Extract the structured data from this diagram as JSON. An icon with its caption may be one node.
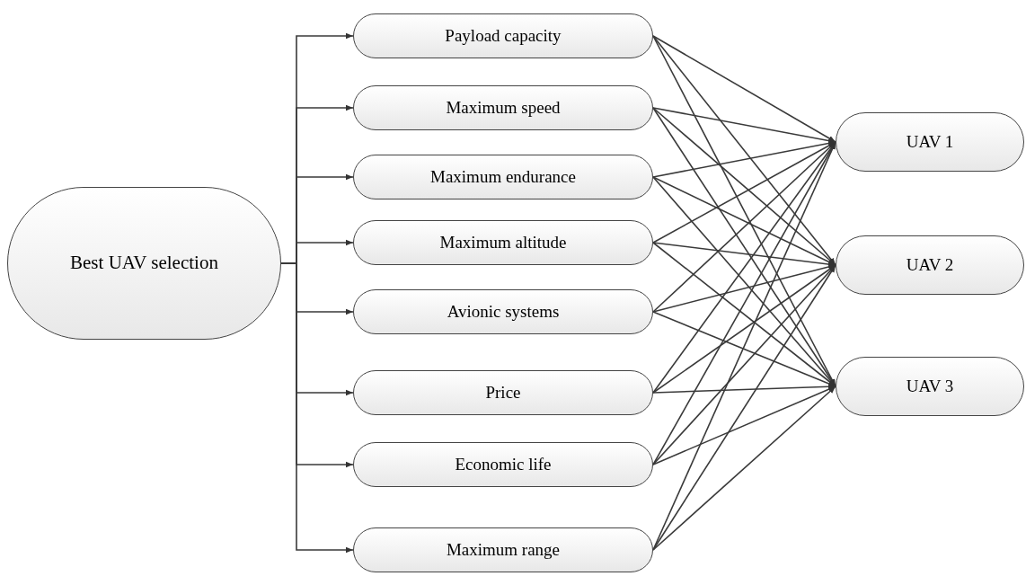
{
  "diagram": {
    "nodes": [
      {
        "text": [
          "Best UAV selection"
        ]
      },
      {
        "text": [
          "Payload capacity"
        ]
      },
      {
        "text": [
          "Maximum speed"
        ]
      },
      {
        "text": [
          "Maximum endurance"
        ]
      },
      {
        "text": [
          "Maximum altitude"
        ]
      },
      {
        "text": [
          "Avionic systems"
        ]
      },
      {
        "text": [
          "Price"
        ]
      },
      {
        "text": [
          "Economic life"
        ]
      },
      {
        "text": [
          "Maximum range"
        ]
      },
      {
        "text": [
          "UAV 1"
        ]
      },
      {
        "text": [
          "UAV 2"
        ]
      },
      {
        "text": [
          "UAV 3"
        ]
      }
    ],
    "edges": [
      {
        "from": 0,
        "to": 1,
        "arrow": "to"
      },
      {
        "from": 0,
        "to": 2,
        "arrow": "to"
      },
      {
        "from": 0,
        "to": 3,
        "arrow": "to"
      },
      {
        "from": 0,
        "to": 4,
        "arrow": "to"
      },
      {
        "from": 0,
        "to": 5,
        "arrow": "to"
      },
      {
        "from": 0,
        "to": 6,
        "arrow": "to"
      },
      {
        "from": 0,
        "to": 7,
        "arrow": "to"
      },
      {
        "from": 0,
        "to": 8,
        "arrow": "to"
      },
      {
        "from": 1,
        "to": 9,
        "arrow": "to"
      },
      {
        "from": 1,
        "to": 10,
        "arrow": "to"
      },
      {
        "from": 1,
        "to": 11,
        "arrow": "to"
      },
      {
        "from": 2,
        "to": 9,
        "arrow": "to"
      },
      {
        "from": 2,
        "to": 10,
        "arrow": "to"
      },
      {
        "from": 2,
        "to": 11,
        "arrow": "to"
      },
      {
        "from": 3,
        "to": 9,
        "arrow": "to"
      },
      {
        "from": 3,
        "to": 10,
        "arrow": "to"
      },
      {
        "from": 3,
        "to": 11,
        "arrow": "to"
      },
      {
        "from": 4,
        "to": 9,
        "arrow": "to"
      },
      {
        "from": 4,
        "to": 10,
        "arrow": "to"
      },
      {
        "from": 4,
        "to": 11,
        "arrow": "to"
      },
      {
        "from": 5,
        "to": 9,
        "arrow": "to"
      },
      {
        "from": 5,
        "to": 10,
        "arrow": "to"
      },
      {
        "from": 5,
        "to": 11,
        "arrow": "to"
      },
      {
        "from": 6,
        "to": 9,
        "arrow": "to"
      },
      {
        "from": 6,
        "to": 10,
        "arrow": "to"
      },
      {
        "from": 6,
        "to": 11,
        "arrow": "to"
      },
      {
        "from": 7,
        "to": 9,
        "arrow": "to"
      },
      {
        "from": 7,
        "to": 10,
        "arrow": "to"
      },
      {
        "from": 7,
        "to": 11,
        "arrow": "to"
      },
      {
        "from": 8,
        "to": 9,
        "arrow": "to"
      },
      {
        "from": 8,
        "to": 10,
        "arrow": "to"
      },
      {
        "from": 8,
        "to": 11,
        "arrow": "to"
      }
    ]
  }
}
